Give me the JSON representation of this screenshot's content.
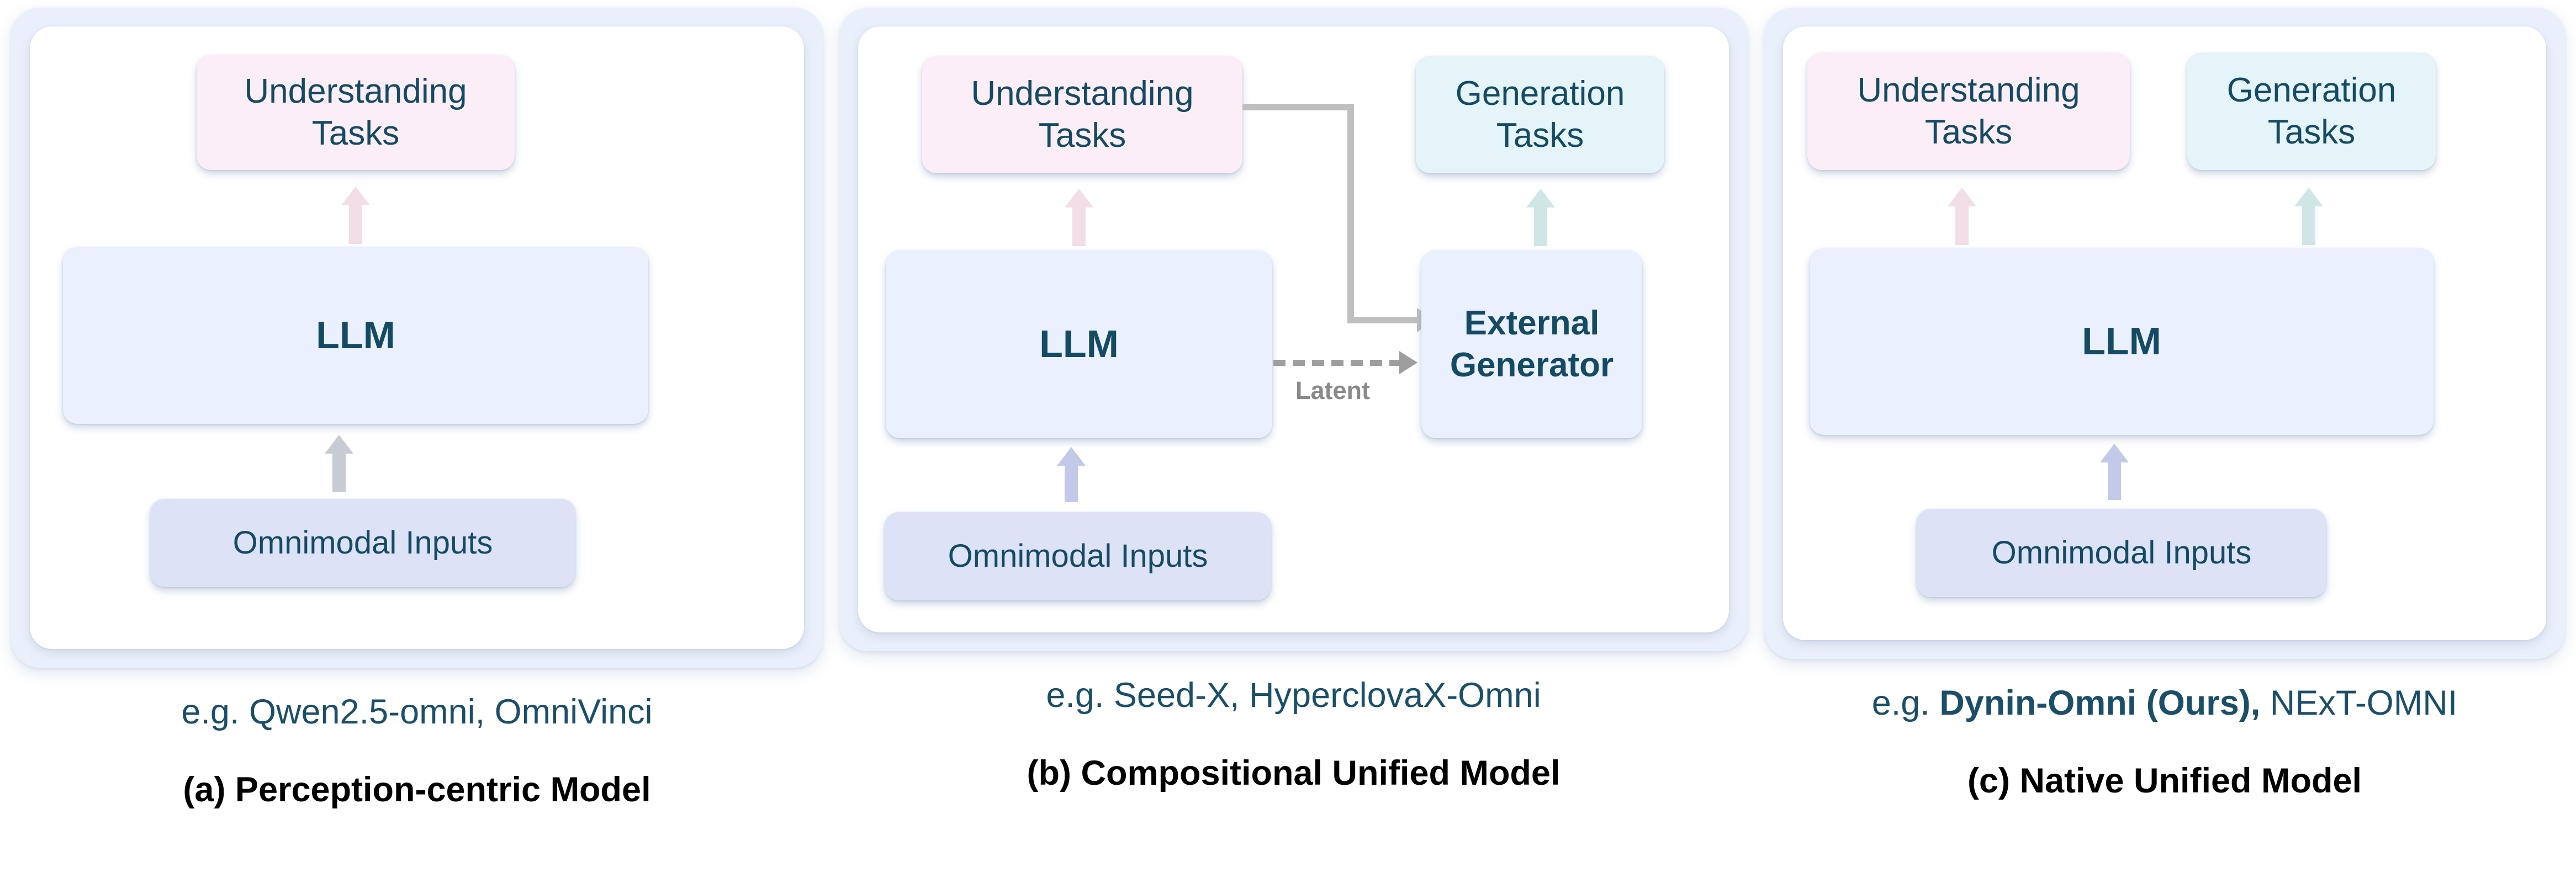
{
  "figure": {
    "colors": {
      "understanding_fill": "#fceef6",
      "generation_fill": "#e4f4f8",
      "llm_fill": "#eaf0fd",
      "inputs_fill": "#dde2f7",
      "external_generator_fill": "#eaf0fd",
      "outer_card_fill": "#eaf0fb",
      "inner_card_fill": "#ffffff",
      "text_teal": "#154a63",
      "caption_teal": "#1b4f69",
      "connector_gray": "#bfbfbf",
      "latent_gray": "#9e9e9e",
      "arrow_pink": "#f3dde6",
      "arrow_teal": "#cfe5e6",
      "arrow_lavender": "#c3c9e8",
      "arrow_gray": "#c8cbd3"
    },
    "panels": [
      {
        "id": "perception-centric",
        "nodes": {
          "understanding": "Understanding\nTasks",
          "understanding_line1": "Understanding",
          "understanding_line2": "Tasks",
          "llm": "LLM",
          "inputs": "Omnimodal Inputs"
        },
        "examples_prefix": "e.g. ",
        "examples": "Qwen2.5-omni, OmniVinci",
        "caption": "(a) Perception-centric Model"
      },
      {
        "id": "compositional-unified",
        "nodes": {
          "understanding_line1": "Understanding",
          "understanding_line2": "Tasks",
          "generation_line1": "Generation",
          "generation_line2": "Tasks",
          "llm": "LLM",
          "inputs": "Omnimodal Inputs",
          "external_generator_line1": "External",
          "external_generator_line2": "Generator"
        },
        "edge_label": "Latent",
        "examples_prefix": "e.g. ",
        "examples": "Seed-X, HyperclovaX-Omni",
        "caption": "(b) Compositional Unified Model"
      },
      {
        "id": "native-unified",
        "nodes": {
          "understanding_line1": "Understanding",
          "understanding_line2": "Tasks",
          "generation_line1": "Generation",
          "generation_line2": "Tasks",
          "llm": "LLM",
          "inputs": "Omnimodal Inputs"
        },
        "examples_prefix": "e.g. ",
        "examples_bold": "Dynin-Omni (Ours),",
        "examples_rest": " NExT-OMNI",
        "caption": "(c) Native Unified Model"
      }
    ]
  }
}
